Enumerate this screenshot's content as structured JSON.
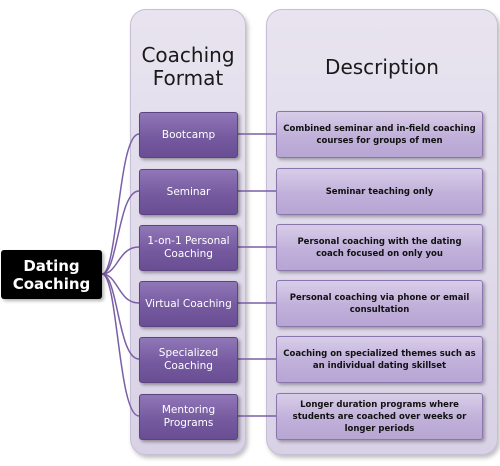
{
  "root": {
    "label": "Dating Coaching"
  },
  "headings": {
    "format": "Coaching Format",
    "description": "Description"
  },
  "rows": [
    {
      "format": "Bootcamp",
      "description": "Combined seminar and in-field coaching courses for groups of men"
    },
    {
      "format": "Seminar",
      "description": "Seminar teaching only"
    },
    {
      "format": "1-on-1 Personal Coaching",
      "description": "Personal coaching with the dating coach focused on only you"
    },
    {
      "format": "Virtual Coaching",
      "description": "Personal coaching via phone or email consultation"
    },
    {
      "format": "Specialized Coaching",
      "description": "Coaching on specialized themes such as an individual dating skillset"
    },
    {
      "format": "Mentoring Programs",
      "description": "Longer duration programs where students are coached over weeks or longer periods"
    }
  ],
  "colors": {
    "root_fill": "#000000",
    "format_fill": "#765a9f",
    "description_fill": "#c0b0da",
    "panel_fill": "#e1dbea",
    "connector": "#7b5fa6"
  }
}
